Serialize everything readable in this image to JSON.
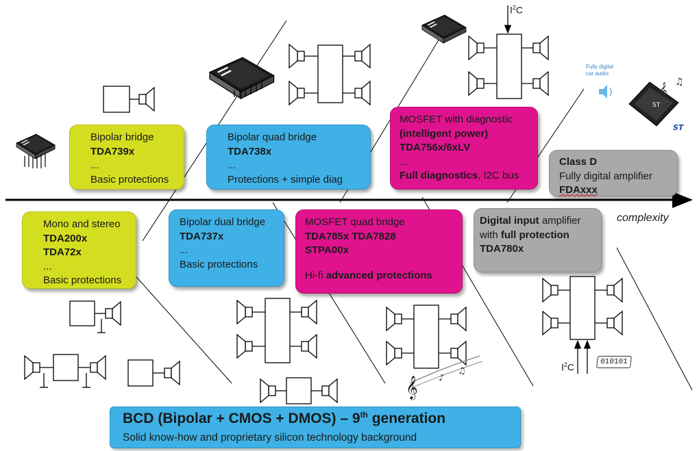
{
  "axis": {
    "label": "complexity"
  },
  "boxes": {
    "bipolar_bridge": {
      "line1": "Bipolar bridge",
      "line2": "TDA739x",
      "line3": "...",
      "line4": "Basic protections"
    },
    "bipolar_quad": {
      "line1": "Bipolar quad bridge",
      "line2": "TDA738x",
      "line3": "...",
      "line4": "Protections + simple diag"
    },
    "mosfet_diag": {
      "line1": "MOSFET with diagnostic",
      "line2": "(intelligent power)",
      "line3": "TDA756x/6xLV",
      "line4": "...",
      "line5a": "Full diagnostics",
      "line5b": ", I2C bus"
    },
    "class_d": {
      "line1": "Class D",
      "line2": "Fully digital amplifier",
      "line3": "FDAxxx"
    },
    "mono_stereo": {
      "line1": "Mono and stereo",
      "line2": "TDA200x",
      "line3": "TDA72x",
      "line4": "...",
      "line5": "Basic protections"
    },
    "bipolar_dual": {
      "line1": "Bipolar dual bridge",
      "line2": "TDA737x",
      "line3": "...",
      "line4": "Basic protections"
    },
    "mosfet_quad": {
      "line1": "MOSFET quad bridge",
      "line2": "TDA785x TDA7828",
      "line3": "STPA00x",
      "line4a": "Hi-fi ",
      "line4b": "advanced protections"
    },
    "digital_input": {
      "line1a": "Digital input",
      "line1b": " amplifier",
      "line2a": "with ",
      "line2b": "full protection",
      "line3": "TDA780x"
    }
  },
  "i2c": {
    "top_base": "I",
    "top_sup": "2",
    "top_rest": "C",
    "bottom_base": "I",
    "bottom_sup": "2",
    "bottom_rest": "C"
  },
  "bits": "010101",
  "fully_digital": {
    "line1": "Fully digital",
    "line2": "car audio"
  },
  "banner": {
    "title_pre": "BCD (Bipolar + CMOS + DMOS) – 9",
    "title_sup": "th",
    "title_post": " generation",
    "subtitle": "Solid know-how and proprietary silicon technology background"
  },
  "colors": {
    "yellow": "#d4de21",
    "blue": "#3fb1e6",
    "magenta": "#e0138f",
    "grey": "#a9a9a9"
  }
}
